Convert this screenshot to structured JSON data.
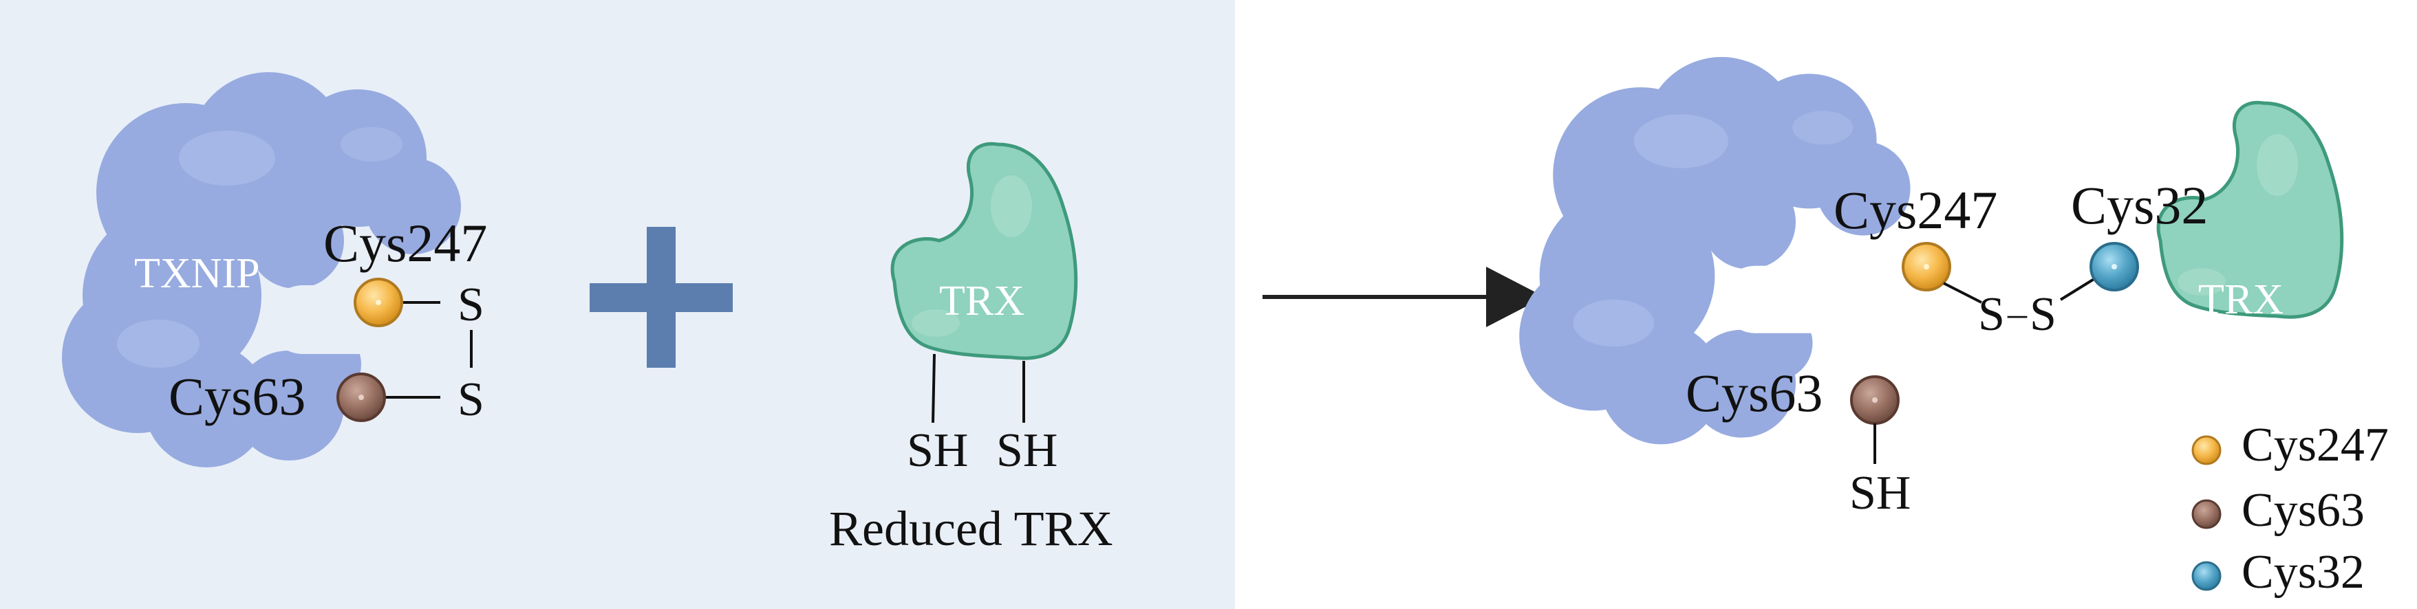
{
  "left_panel": {
    "txnip": {
      "name": "TXNIP",
      "residue_top": "Cys247",
      "residue_bottom": "Cys63",
      "sulfur_top": "S",
      "sulfur_bottom": "S"
    },
    "operator": "+",
    "reduced_trx": {
      "name": "TRX",
      "thiol_left": "SH",
      "thiol_right": "SH",
      "caption": "Reduced TRX"
    }
  },
  "product": {
    "txnip_residue_top": "Cys247",
    "txnip_residue_bottom": "Cys63",
    "thiol": "SH",
    "trx_residue": "Cys32",
    "trx_name": "TRX",
    "sulfur_left": "S",
    "disulfide_dash": "–",
    "sulfur_right": "S"
  },
  "legend": {
    "items": [
      {
        "label": "Cys247"
      },
      {
        "label": "Cys63"
      },
      {
        "label": "Cys32"
      }
    ]
  },
  "colors": {
    "panel_bg": "#e9eff7",
    "txnip_fill": "#97abe0",
    "txnip_highlight": "#aabce8",
    "trx_fill": "#8fd2bd",
    "trx_stroke": "#3e9a7c",
    "plus": "#5b7eae",
    "arrow": "#222222",
    "cys247": "#f6b94c",
    "cys63": "#9c7466",
    "cys32": "#56a6c9"
  },
  "icons": {
    "txnip": "txnip-protein-icon",
    "trx": "trx-protein-icon",
    "plus": "plus-icon",
    "arrow": "reaction-arrow-icon"
  }
}
